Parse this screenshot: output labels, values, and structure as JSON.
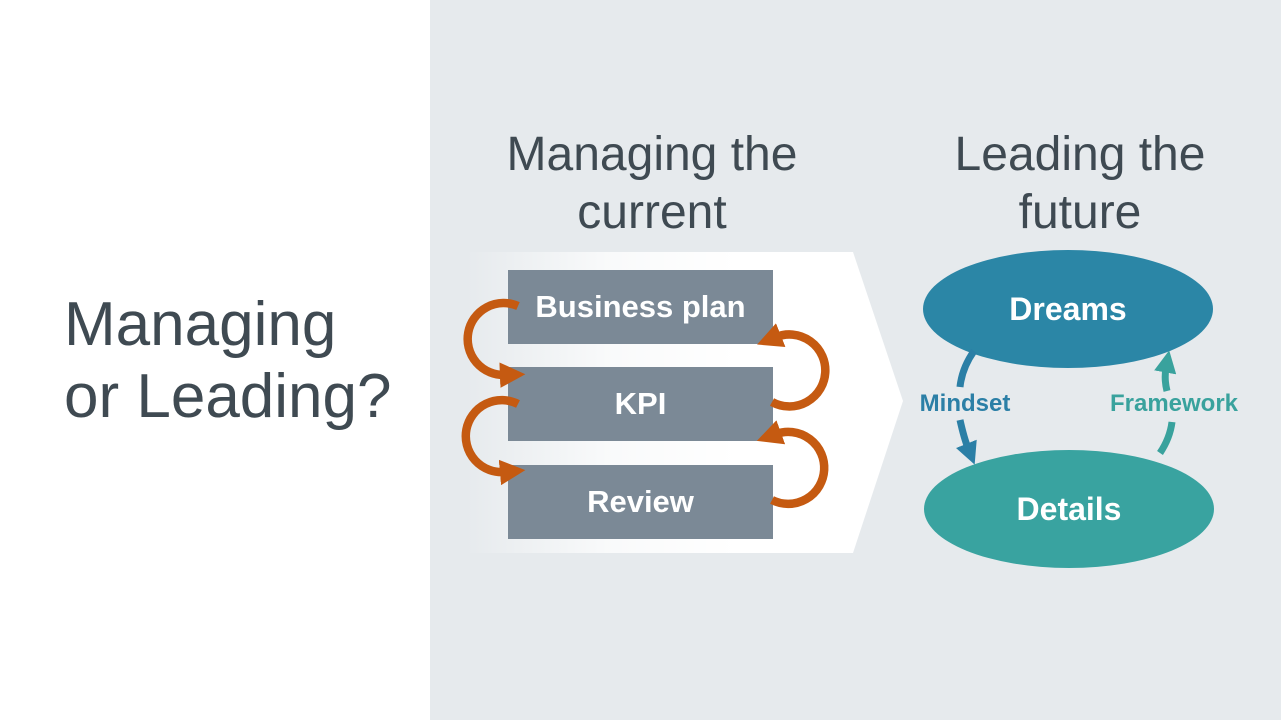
{
  "slide": {
    "title": "Managing or Leading?",
    "managing": {
      "heading": "Managing the current",
      "boxes": [
        "Business plan",
        "KPI",
        "Review"
      ]
    },
    "leading": {
      "heading": "Leading the future",
      "ellipses": [
        "Dreams",
        "Details"
      ],
      "arrow_labels": {
        "mindset": "Mindset",
        "framework": "Framework"
      }
    },
    "colors": {
      "left_panel_background": "#ffffff",
      "right_panel_background": "#e6eaed",
      "heading_text": "#3f4a52",
      "box_fill": "#7b8996",
      "box_text": "#ffffff",
      "cycle_arrow_orange": "#c55a11",
      "dreams_fill": "#2b86a6",
      "details_fill": "#39a3a0",
      "mindset_accent": "#2b7fa6",
      "framework_accent": "#39a29d",
      "chevron_fill": "#ffffff"
    }
  }
}
